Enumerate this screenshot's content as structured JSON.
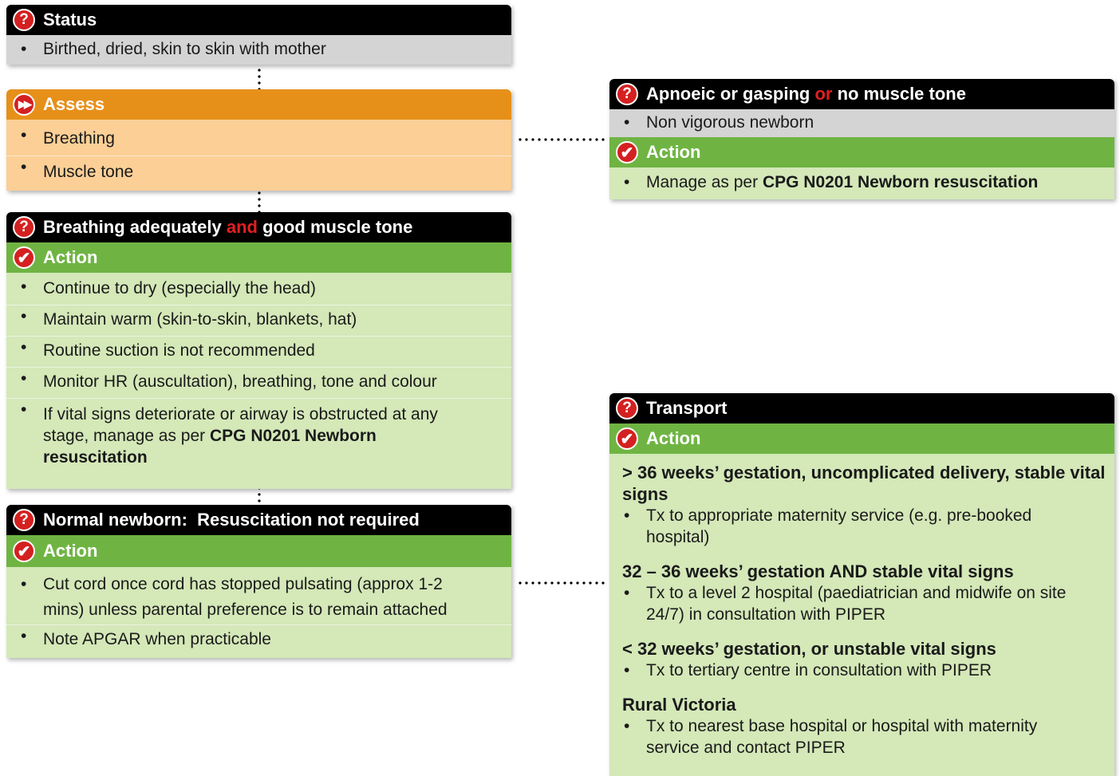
{
  "status": {
    "title": "Status",
    "items": [
      "Birthed, dried, skin to skin with mother"
    ]
  },
  "assess": {
    "title": "Assess",
    "items": [
      "Breathing",
      "Muscle tone"
    ]
  },
  "breathing": {
    "title_a": "Breathing adequately",
    "title_and": "and",
    "title_b": "good muscle tone",
    "action": "Action",
    "items": [
      "Continue to dry (especially the head)",
      "Maintain warm (skin-to-skin, blankets, hat)",
      "Routine suction is not recommended",
      "Monitor HR (auscultation), breathing, tone and colour"
    ],
    "last_item_text": "If vital signs deteriorate or airway is obstructed at any stage, manage as per",
    "last_item_bold": "CPG N0201 Newborn resuscitation"
  },
  "normal": {
    "title": "Normal newborn:  Resuscitation not required",
    "action": "Action",
    "items": [
      "Cut cord once cord has stopped pulsating (approx 1-2 mins) unless parental preference is to remain attached",
      "Note APGAR when practicable"
    ]
  },
  "apnoeic": {
    "title_a": "Apnoeic or gasping",
    "title_or": "or",
    "title_b": "no muscle tone",
    "sub": "Non vigorous newborn",
    "action": "Action",
    "item_text": "Manage as per",
    "item_bold": "CPG N0201 Newborn resuscitation"
  },
  "transport": {
    "title": "Transport",
    "action": "Action",
    "groups": [
      {
        "heading": "> 36 weeks’ gestation, uncomplicated delivery, stable vital signs",
        "item": "Tx to appropriate maternity service (e.g. pre-booked hospital)"
      },
      {
        "heading": "32 – 36 weeks’ gestation AND stable vital signs",
        "item": "Tx to a level 2 hospital (paediatrician and midwife on site 24/7) in consultation with PIPER"
      },
      {
        "heading": "< 32 weeks’ gestation, or unstable vital signs",
        "item": "Tx to tertiary centre in consultation with PIPER"
      },
      {
        "heading": "Rural Victoria",
        "item": "Tx to nearest base hospital or hospital with maternity service and contact PIPER"
      }
    ]
  },
  "colors": {
    "header": "#000000",
    "assess": "#e6901a",
    "action_green": "#6fb443",
    "body_green": "#d4e8b8",
    "body_peach": "#fbcf96",
    "body_grey": "#d4d4d4",
    "icon_red": "#d42020",
    "accent_red": "#e02020"
  },
  "icons": {
    "question": "?",
    "check": "✔",
    "fast_forward": "▶▶"
  }
}
